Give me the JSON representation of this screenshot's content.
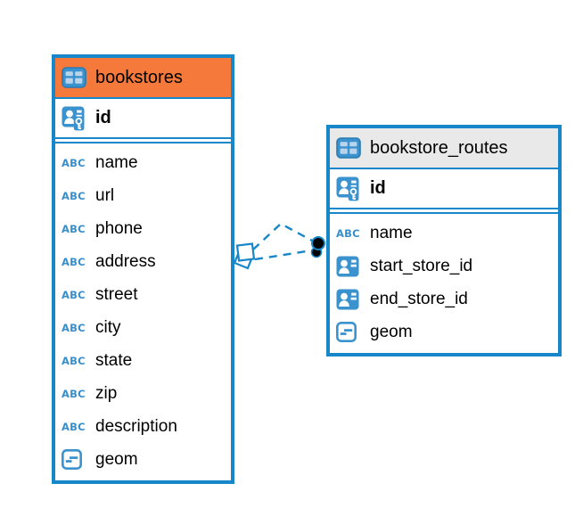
{
  "colors": {
    "blue": "#1787C9",
    "icon_blue": "#3A92CE",
    "icon_cell_blue": "#B9D4EA",
    "abc_blue": "#3A8EC9",
    "orange_header": "#F6793C",
    "gray_header": "#E9E9E9",
    "text": "#000000",
    "background": "#FFFFFF"
  },
  "tables": [
    {
      "name": "bookstores",
      "header_variant": "orange",
      "pk": {
        "name": "id"
      },
      "columns": [
        {
          "name": "name",
          "type": "text"
        },
        {
          "name": "url",
          "type": "text"
        },
        {
          "name": "phone",
          "type": "text"
        },
        {
          "name": "address",
          "type": "text"
        },
        {
          "name": "street",
          "type": "text"
        },
        {
          "name": "city",
          "type": "text"
        },
        {
          "name": "state",
          "type": "text"
        },
        {
          "name": "zip",
          "type": "text"
        },
        {
          "name": "description",
          "type": "text"
        },
        {
          "name": "geom",
          "type": "geometry"
        }
      ]
    },
    {
      "name": "bookstore_routes",
      "header_variant": "gray",
      "pk": {
        "name": "id"
      },
      "columns": [
        {
          "name": "name",
          "type": "text"
        },
        {
          "name": "start_store_id",
          "type": "fk"
        },
        {
          "name": "end_store_id",
          "type": "fk"
        },
        {
          "name": "geom",
          "type": "geometry"
        }
      ]
    }
  ],
  "relationship": {
    "line_style": "dashed",
    "line_count": 2,
    "source_marker": "stacked-diamond",
    "target_marker": "stacked-dot"
  },
  "icons": {
    "abc_label": "ABC"
  }
}
